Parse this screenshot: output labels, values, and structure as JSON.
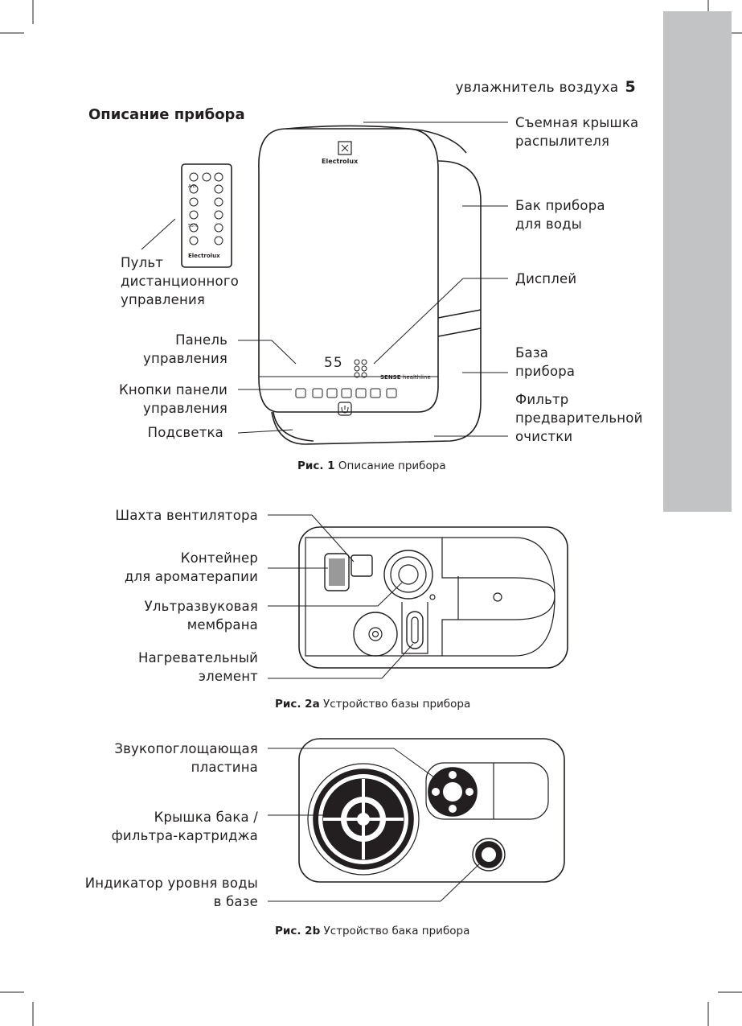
{
  "header": {
    "section": "увлажнитель воздуха",
    "page_number": "5"
  },
  "title": "Описание прибора",
  "figure1": {
    "caption_label": "Рис. 1",
    "caption_text": "Описание прибора",
    "labels_left": {
      "remote": "Пульт\nдистанционного\nуправления",
      "panel": "Панель\nуправления",
      "buttons": "Кнопки панели\nуправления",
      "backlight": "Подсветка"
    },
    "labels_right": {
      "cover": "Съемная крышка\nраспылителя",
      "tank": "Бак прибора\nдля воды",
      "display": "Дисплей",
      "base": "База\nприбора",
      "filter": "Фильтр\nпредварительной\nочистки"
    },
    "device": {
      "brand": "Electrolux",
      "display_value": "55",
      "series": "SENSE",
      "series_sub": "healthline"
    },
    "remote_buttons": [
      "A/D",
      "55%"
    ]
  },
  "figure2a": {
    "caption_label": "Рис. 2a",
    "caption_text": "Устройство базы прибора",
    "labels": {
      "fan": "Шахта вентилятора",
      "aroma": "Контейнер\nдля ароматерапии",
      "membrane": "Ультразвуковая\nмембрана",
      "heater": "Нагревательный\nэлемент"
    }
  },
  "figure2b": {
    "caption_label": "Рис. 2b",
    "caption_text": "Устройство бака прибора",
    "labels": {
      "plate": "Звукопоглощающая\nпластина",
      "lid": "Крышка бака /\nфильтра-картриджа",
      "level": "Индикатор уровня воды\nв базе"
    }
  },
  "colors": {
    "ink": "#231f20",
    "tab": "#c2c3c4"
  }
}
